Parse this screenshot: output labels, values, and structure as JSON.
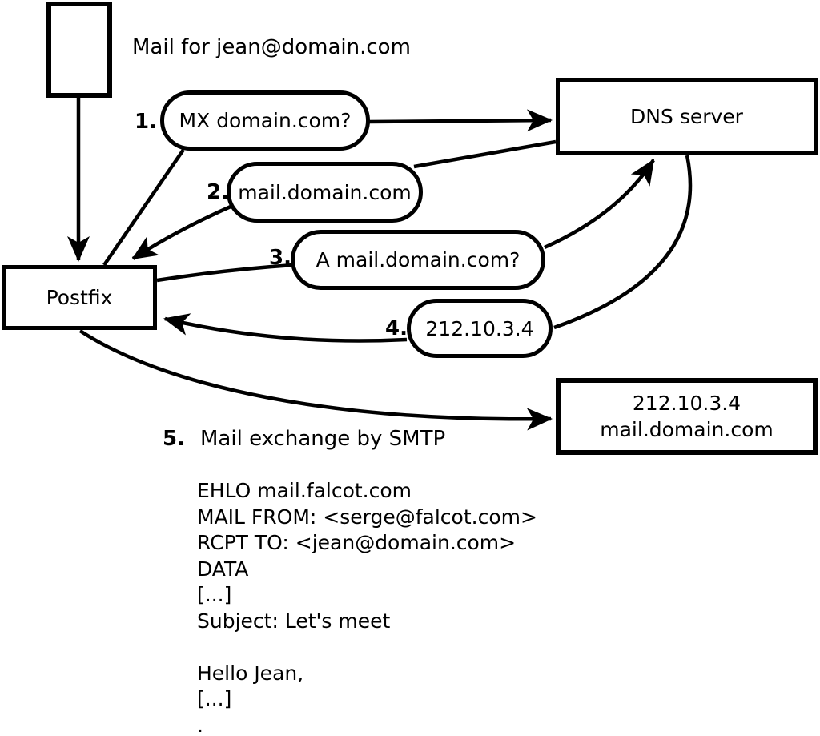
{
  "diagram": {
    "mail_note": "Mail for jean@domain.com",
    "nodes": {
      "postfix": "Postfix",
      "dns_server": "DNS server",
      "mail_server_line1": "212.10.3.4",
      "mail_server_line2": "mail.domain.com"
    },
    "steps": [
      {
        "num": "1.",
        "label": "MX domain.com?"
      },
      {
        "num": "2.",
        "label": "mail.domain.com"
      },
      {
        "num": "3.",
        "label": "A mail.domain.com?"
      },
      {
        "num": "4.",
        "label": "212.10.3.4"
      },
      {
        "num": "5.",
        "label": "Mail exchange by SMTP"
      }
    ],
    "smtp_session": {
      "lines": [
        "EHLO mail.falcot.com",
        "MAIL FROM: <serge@falcot.com>",
        "RCPT TO: <jean@domain.com>",
        "DATA",
        "[...]",
        "Subject: Let's meet",
        "",
        "Hello Jean,",
        "[...]",
        "."
      ]
    },
    "colors": {
      "ink": "#000000",
      "background": "#ffffff"
    }
  }
}
